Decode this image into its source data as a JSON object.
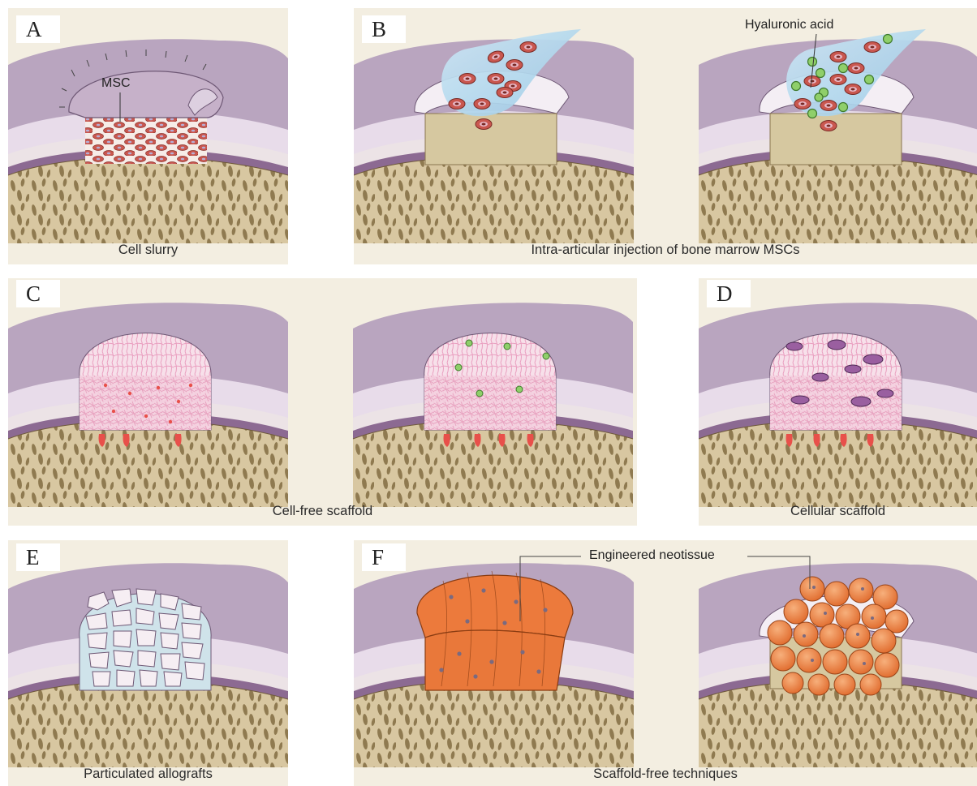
{
  "panels": {
    "a": {
      "letter": "A",
      "caption": "Cell slurry",
      "label": "MSC"
    },
    "b": {
      "letter": "B",
      "caption": "Intra-articular injection of bone marrow MSCs",
      "label": "Hyaluronic acid"
    },
    "c": {
      "letter": "C",
      "caption": "Cell-free scaffold"
    },
    "d": {
      "letter": "D",
      "caption": "Cellular scaffold"
    },
    "e": {
      "letter": "E",
      "caption": "Particulated allografts"
    },
    "f": {
      "letter": "F",
      "caption": "Scaffold-free techniques",
      "label": "Engineered neotissue"
    }
  },
  "colors": {
    "panel_bg": "#f3eee1",
    "cartilage_outer": "#b9a5bf",
    "cartilage_layer": "#e8dcea",
    "subchondral_line": "#8c6a92",
    "bone": "#d8c7a1",
    "bone_pore": "#8f7a50",
    "msc_cell": "#c9574f",
    "hyaluronic_acid": "#8fcf6a",
    "scaffold_pink": "#f2c5d9",
    "neotissue_orange": "#ec7a3c",
    "allograft_blue": "#cfe3ea"
  }
}
